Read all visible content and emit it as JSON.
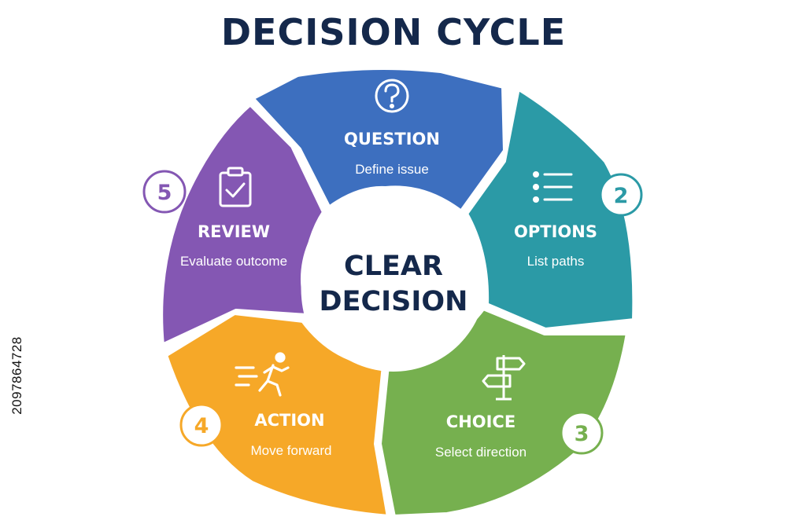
{
  "title": "DECISION CYCLE",
  "center": {
    "line1": "CLEAR",
    "line2": "DECISION"
  },
  "side_id": "2097864728",
  "colors": {
    "title": "#14284b",
    "question": "#3d6fbf",
    "options": "#2b9aa6",
    "choice": "#76b04f",
    "action": "#f6a828",
    "review": "#8457b3"
  },
  "steps": [
    {
      "key": "question",
      "number": "",
      "label": "QUESTION",
      "desc": "Define issue",
      "icon": "question-circle-icon"
    },
    {
      "key": "options",
      "number": "2",
      "label": "OPTIONS",
      "desc": "List paths",
      "icon": "list-icon"
    },
    {
      "key": "choice",
      "number": "3",
      "label": "CHOICE",
      "desc": "Select direction",
      "icon": "signpost-icon"
    },
    {
      "key": "action",
      "number": "4",
      "label": "ACTION",
      "desc": "Move forward",
      "icon": "running-person-icon"
    },
    {
      "key": "review",
      "number": "5",
      "label": "REVIEW",
      "desc": "Evaluate outcome",
      "icon": "clipboard-check-icon"
    }
  ]
}
